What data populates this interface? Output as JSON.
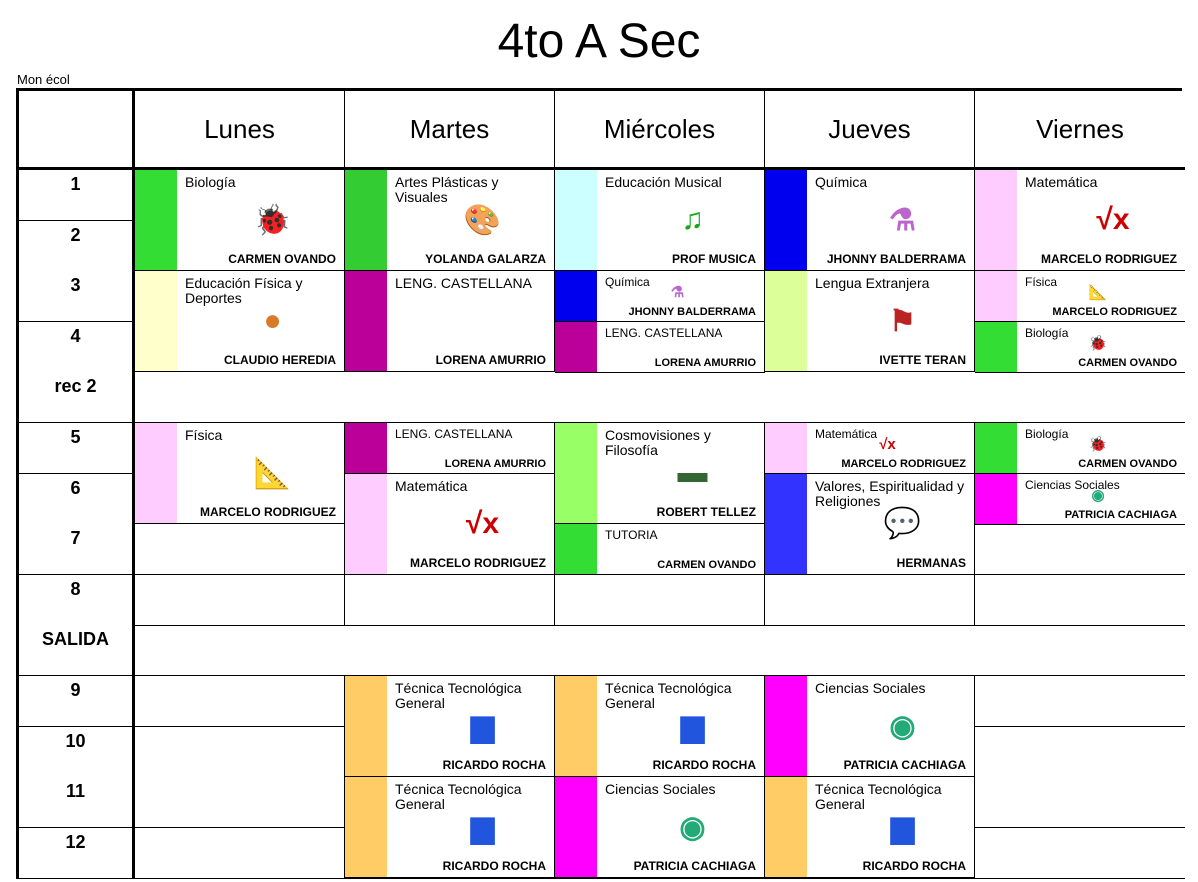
{
  "title": "4to A Sec",
  "school": "Mon écol",
  "days": [
    "Lunes",
    "Martes",
    "Miércoles",
    "Jueves",
    "Viernes"
  ],
  "rows": [
    "1",
    "2",
    "3",
    "4",
    "rec 2",
    "5",
    "6",
    "7",
    "8",
    "SALIDA",
    "9",
    "10",
    "11",
    "12"
  ],
  "break_rows": [
    4,
    9
  ],
  "empty_cells": [
    [
      0,
      7
    ],
    [
      0,
      8
    ],
    [
      0,
      10
    ],
    [
      0,
      11
    ],
    [
      0,
      12
    ],
    [
      0,
      13
    ],
    [
      1,
      8
    ],
    [
      2,
      8
    ],
    [
      3,
      8
    ],
    [
      4,
      7
    ],
    [
      4,
      8
    ],
    [
      4,
      10
    ],
    [
      4,
      11
    ],
    [
      4,
      12
    ],
    [
      4,
      13
    ]
  ],
  "lessons": [
    {
      "day": 0,
      "row": 0,
      "span": 2,
      "subject": "Biología",
      "teacher": "CARMEN OVANDO",
      "color": "#33dd33",
      "icon": "biology-icon",
      "glyph": "🐞",
      "gc": "#2a2"
    },
    {
      "day": 0,
      "row": 2,
      "span": 2,
      "subject": "Educación Física y Deportes",
      "teacher": "CLAUDIO HEREDIA",
      "color": "#ffffcc",
      "icon": "ball-icon",
      "glyph": "●",
      "gc": "#d87a2a"
    },
    {
      "day": 0,
      "row": 5,
      "span": 2,
      "subject": "Física",
      "teacher": "MARCELO RODRIGUEZ",
      "color": "#ffccff",
      "icon": "geometry-icon",
      "glyph": "📐",
      "gc": "#e07020"
    },
    {
      "day": 1,
      "row": 0,
      "span": 2,
      "subject": "Artes Plásticas y Visuales",
      "teacher": "YOLANDA GALARZA",
      "color": "#33cc33",
      "icon": "palette-icon",
      "glyph": "🎨",
      "gc": "#a86"
    },
    {
      "day": 1,
      "row": 2,
      "span": 2,
      "subject": "LENG. CASTELLANA",
      "teacher": "LORENA AMURRIO",
      "color": "#bb0099",
      "icon": "",
      "glyph": "",
      "gc": ""
    },
    {
      "day": 1,
      "row": 5,
      "span": 1,
      "subject": "LENG. CASTELLANA",
      "teacher": "LORENA AMURRIO",
      "color": "#bb0099",
      "icon": "",
      "glyph": "",
      "gc": ""
    },
    {
      "day": 1,
      "row": 6,
      "span": 2,
      "subject": "Matemática",
      "teacher": "MARCELO RODRIGUEZ",
      "color": "#ffccff",
      "icon": "sqrt-icon",
      "glyph": "√x",
      "gc": "#c00"
    },
    {
      "day": 1,
      "row": 10,
      "span": 2,
      "subject": "Técnica Tecnológica General",
      "teacher": "RICARDO ROCHA",
      "color": "#ffcc66",
      "icon": "chart-icon",
      "glyph": "▆",
      "gc": "#2255dd"
    },
    {
      "day": 1,
      "row": 12,
      "span": 2,
      "subject": "Técnica Tecnológica General",
      "teacher": "RICARDO ROCHA",
      "color": "#ffcc66",
      "icon": "chart-icon",
      "glyph": "▆",
      "gc": "#2255dd"
    },
    {
      "day": 2,
      "row": 0,
      "span": 2,
      "subject": "Educación Musical",
      "teacher": "PROF MUSICA",
      "color": "#ccffff",
      "icon": "music-note-icon",
      "glyph": "♫",
      "gc": "#1a1"
    },
    {
      "day": 2,
      "row": 2,
      "span": 1,
      "subject": "Química",
      "teacher": "JHONNY BALDERRAMA",
      "color": "#0000ee",
      "icon": "beaker-icon",
      "glyph": "⚗",
      "gc": "#b6c"
    },
    {
      "day": 2,
      "row": 3,
      "span": 1,
      "subject": "LENG. CASTELLANA",
      "teacher": "LORENA AMURRIO",
      "color": "#bb0099",
      "icon": "",
      "glyph": "",
      "gc": ""
    },
    {
      "day": 2,
      "row": 5,
      "span": 2,
      "subject": "Cosmovisiones y Filosofía",
      "teacher": "ROBERT TELLEZ",
      "color": "#99ff66",
      "icon": "lamp-icon",
      "glyph": "▬",
      "gc": "#363"
    },
    {
      "day": 2,
      "row": 7,
      "span": 1,
      "subject": "TUTORIA",
      "teacher": "CARMEN OVANDO",
      "color": "#33dd33",
      "icon": "",
      "glyph": "",
      "gc": ""
    },
    {
      "day": 2,
      "row": 10,
      "span": 2,
      "subject": "Técnica Tecnológica General",
      "teacher": "RICARDO ROCHA",
      "color": "#ffcc66",
      "icon": "chart-icon",
      "glyph": "▆",
      "gc": "#2255dd"
    },
    {
      "day": 2,
      "row": 12,
      "span": 2,
      "subject": "Ciencias Sociales",
      "teacher": "PATRICIA CACHIAGA",
      "color": "#ff00ff",
      "icon": "globe-icon",
      "glyph": "◉",
      "gc": "#2a7"
    },
    {
      "day": 3,
      "row": 0,
      "span": 2,
      "subject": "Química",
      "teacher": "JHONNY BALDERRAMA",
      "color": "#0000ee",
      "icon": "beaker-icon",
      "glyph": "⚗",
      "gc": "#b6c"
    },
    {
      "day": 3,
      "row": 2,
      "span": 2,
      "subject": "Lengua Extranjera",
      "teacher": "IVETTE TERAN",
      "color": "#ddff99",
      "icon": "uk-flag-icon",
      "glyph": "⚑",
      "gc": "#b22"
    },
    {
      "day": 3,
      "row": 5,
      "span": 1,
      "subject": "Matemática",
      "teacher": "MARCELO RODRIGUEZ",
      "color": "#ffccff",
      "icon": "sqrt-icon",
      "glyph": "√x",
      "gc": "#c00"
    },
    {
      "day": 3,
      "row": 6,
      "span": 2,
      "subject": "Valores, Espiritualidad y Religiones",
      "teacher": "HERMANAS",
      "color": "#3333ff",
      "icon": "speech-bubble-icon",
      "glyph": "💬",
      "gc": "#3a3"
    },
    {
      "day": 3,
      "row": 10,
      "span": 2,
      "subject": "Ciencias Sociales",
      "teacher": "PATRICIA CACHIAGA",
      "color": "#ff00ff",
      "icon": "globe-icon",
      "glyph": "◉",
      "gc": "#2a7"
    },
    {
      "day": 3,
      "row": 12,
      "span": 2,
      "subject": "Técnica Tecnológica General",
      "teacher": "RICARDO ROCHA",
      "color": "#ffcc66",
      "icon": "chart-icon",
      "glyph": "▆",
      "gc": "#2255dd"
    },
    {
      "day": 4,
      "row": 0,
      "span": 2,
      "subject": "Matemática",
      "teacher": "MARCELO RODRIGUEZ",
      "color": "#ffccff",
      "icon": "sqrt-icon",
      "glyph": "√x",
      "gc": "#c00"
    },
    {
      "day": 4,
      "row": 2,
      "span": 1,
      "subject": "Física",
      "teacher": "MARCELO RODRIGUEZ",
      "color": "#ffccff",
      "icon": "geometry-icon",
      "glyph": "📐",
      "gc": "#e07020"
    },
    {
      "day": 4,
      "row": 3,
      "span": 1,
      "subject": "Biología",
      "teacher": "CARMEN OVANDO",
      "color": "#33dd33",
      "icon": "biology-icon",
      "glyph": "🐞",
      "gc": "#2a2"
    },
    {
      "day": 4,
      "row": 5,
      "span": 1,
      "subject": "Biología",
      "teacher": "CARMEN OVANDO",
      "color": "#33dd33",
      "icon": "biology-icon",
      "glyph": "🐞",
      "gc": "#2a2"
    },
    {
      "day": 4,
      "row": 6,
      "span": 1,
      "subject": "Ciencias Sociales",
      "teacher": "PATRICIA CACHIAGA",
      "color": "#ff00ff",
      "icon": "globe-icon",
      "glyph": "◉",
      "gc": "#2a7"
    }
  ]
}
